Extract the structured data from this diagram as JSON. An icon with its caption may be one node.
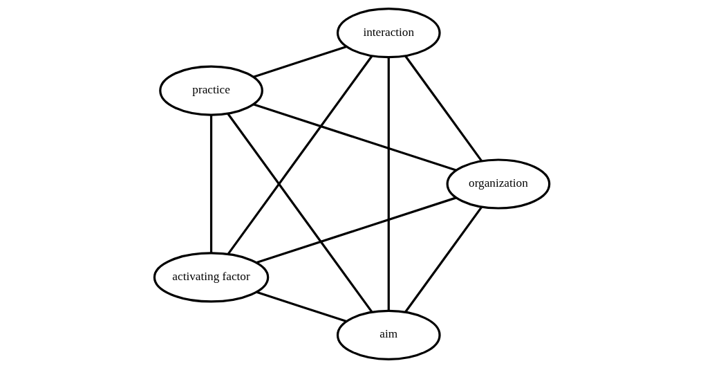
{
  "diagram": {
    "nodes": [
      {
        "text": [
          "aim"
        ]
      },
      {
        "text": [
          "activating factor"
        ]
      },
      {
        "text": [
          "organization"
        ]
      },
      {
        "text": [
          "interaction"
        ]
      },
      {
        "text": [
          "practice"
        ]
      }
    ],
    "edges": [
      {
        "from": 0,
        "to": 1,
        "arrow": "none"
      },
      {
        "from": 0,
        "to": 2,
        "arrow": "none"
      },
      {
        "from": 0,
        "to": 3,
        "arrow": "none"
      },
      {
        "from": 0,
        "to": 4,
        "arrow": "none"
      },
      {
        "from": 1,
        "to": 2,
        "arrow": "none"
      },
      {
        "from": 1,
        "to": 3,
        "arrow": "none"
      },
      {
        "from": 1,
        "to": 4,
        "arrow": "none"
      },
      {
        "from": 2,
        "to": 3,
        "arrow": "none"
      },
      {
        "from": 2,
        "to": 4,
        "arrow": "none"
      },
      {
        "from": 3,
        "to": 4,
        "arrow": "none"
      }
    ]
  }
}
